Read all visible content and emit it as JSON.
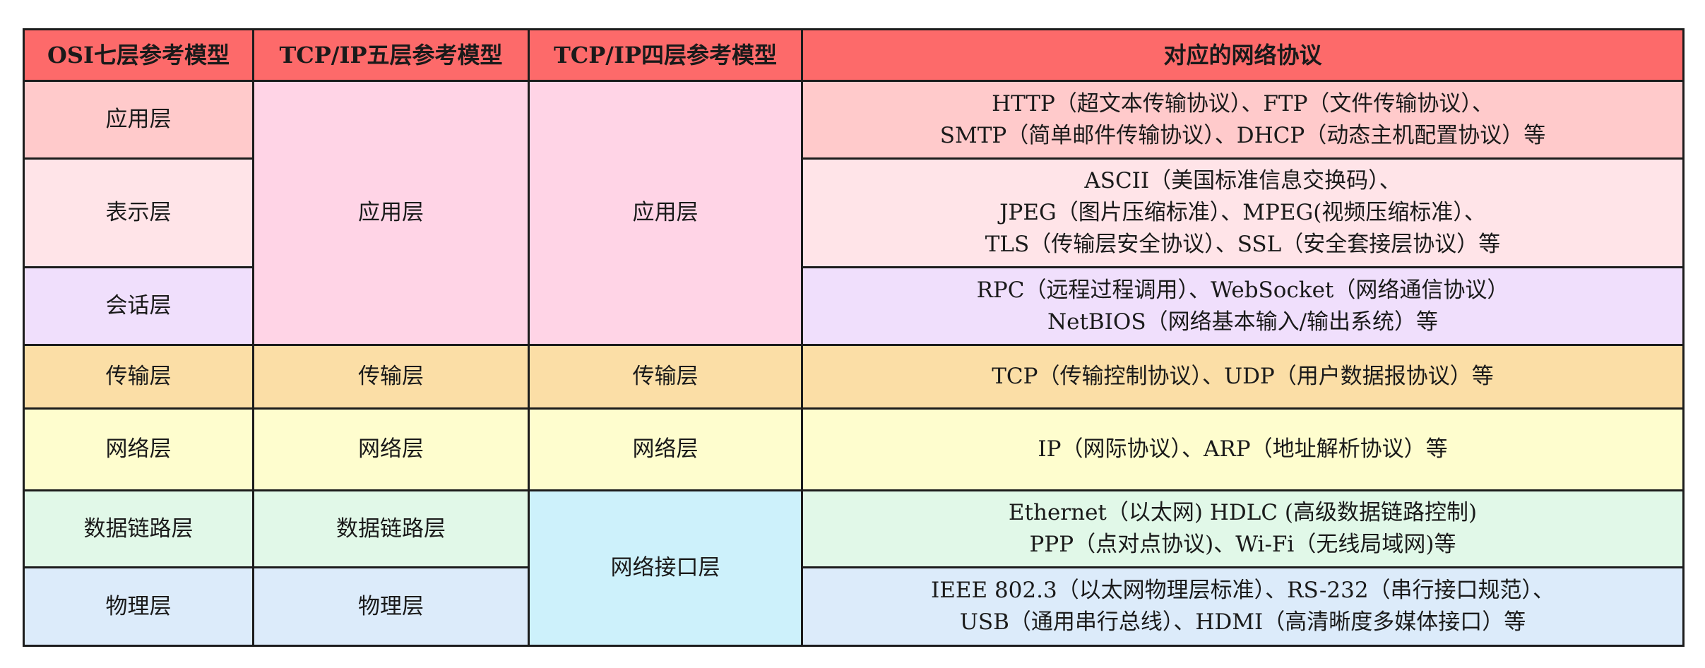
{
  "headers": {
    "osi": "OSI七层参考模型",
    "tcpip5": "TCP/IP五层参考模型",
    "tcpip4": "TCP/IP四层参考模型",
    "protocols": "对应的网络协议"
  },
  "rows": {
    "application": {
      "osi": "应用层",
      "protocols": [
        "HTTP（超文本传输协议）、FTP（文件传输协议）、",
        "SMTP（简单邮件传输协议）、DHCP（动态主机配置协议）等"
      ]
    },
    "presentation": {
      "osi": "表示层",
      "protocols": [
        "ASCII（美国标准信息交换码）、",
        "JPEG（图片压缩标准）、MPEG(视频压缩标准）、",
        "TLS（传输层安全协议）、SSL（安全套接层协议）等"
      ]
    },
    "session": {
      "osi": "会话层",
      "protocols": [
        "RPC（远程过程调用）、WebSocket（网络通信协议）",
        "NetBIOS（网络基本输入/输出系统）等"
      ]
    },
    "merged_app": {
      "tcpip5": "应用层",
      "tcpip4": "应用层"
    },
    "transport": {
      "osi": "传输层",
      "tcpip5": "传输层",
      "tcpip4": "传输层",
      "protocols": [
        "TCP（传输控制协议）、UDP（用户数据报协议）等"
      ]
    },
    "network": {
      "osi": "网络层",
      "tcpip5": "网络层",
      "tcpip4": "网络层",
      "protocols": [
        "IP（网际协议）、ARP（地址解析协议）等"
      ]
    },
    "datalink": {
      "osi": "数据链路层",
      "tcpip5": "数据链路层",
      "protocols": [
        "Ethernet（以太网) HDLC (高级数据链路控制)",
        "PPP（点对点协议)、Wi-Fi（无线局域网)等"
      ]
    },
    "physical": {
      "osi": "物理层",
      "tcpip5": "物理层",
      "protocols": [
        "IEEE 802.3（以太网物理层标准）、RS-232（串行接口规范）、",
        "USB（通用串行总线）、HDMI（高清晰度多媒体接口）等"
      ]
    },
    "merged_netif": {
      "tcpip4": "网络接口层"
    }
  },
  "colors": {
    "header": "#fd6a6a",
    "application": "#ffcacb",
    "presentation": "#ffe4e8",
    "session": "#f0dffc",
    "merged_app": "#ffd4e6",
    "transport": "#fbdea6",
    "network": "#fefdce",
    "datalink": "#e1f8e8",
    "physical": "#dcebfa",
    "merged_netif": "#cdf1fb"
  }
}
